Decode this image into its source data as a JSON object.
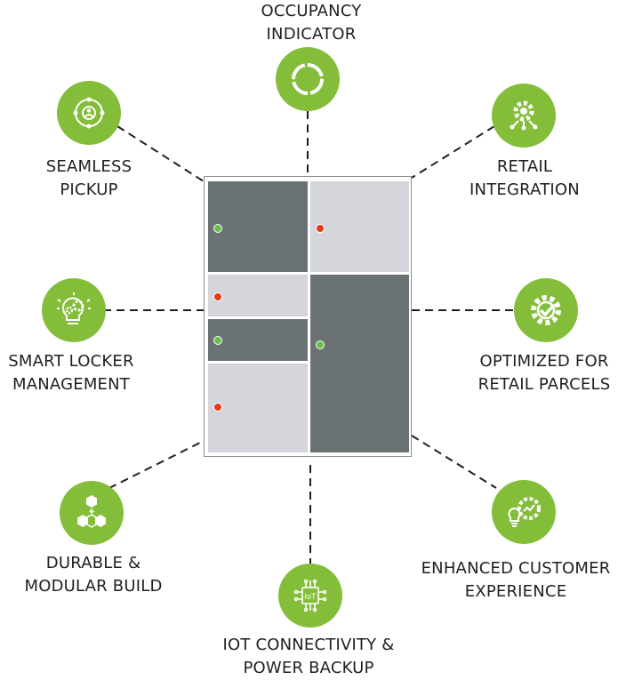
{
  "colors": {
    "accent": "#84bd3a",
    "occupied": "#6b7273",
    "free": "#d4d6dc",
    "indicator_green": "#6cc04a",
    "indicator_red": "#e23a1a"
  },
  "features": {
    "occupancy": {
      "line1": "OCCUPANCY",
      "line2": "INDICATOR",
      "icon": "ring-icon"
    },
    "seamless": {
      "line1": "SEAMLESS",
      "line2": "PICKUP",
      "icon": "user-network-icon"
    },
    "retail": {
      "line1": "RETAIL",
      "line2": "INTEGRATION",
      "icon": "gear-network-icon"
    },
    "smart": {
      "line1": "SMART LOCKER",
      "line2": "MANAGEMENT",
      "icon": "bulb-gear-icon"
    },
    "optimized": {
      "line1": "OPTIMIZED FOR",
      "line2": "RETAIL PARCELS",
      "icon": "gear-check-icon"
    },
    "durable": {
      "line1": "DURABLE &",
      "line2": "MODULAR BUILD",
      "icon": "hexagon-modules-icon"
    },
    "enhanced": {
      "line1": "ENHANCED CUSTOMER",
      "line2": "EXPERIENCE",
      "icon": "bulb-growth-icon"
    },
    "iot": {
      "line1": "IOT CONNECTIVITY &",
      "line2": "POWER BACKUP",
      "icon": "iot-chip-icon",
      "chip_text": "IoT"
    }
  },
  "locker": {
    "compartments": [
      {
        "name": "top-left",
        "status": "occupied",
        "indicator": "green"
      },
      {
        "name": "top-right",
        "status": "free",
        "indicator": "red"
      },
      {
        "name": "middle-left-1",
        "status": "free",
        "indicator": "red"
      },
      {
        "name": "middle-left-2",
        "status": "occupied",
        "indicator": "green"
      },
      {
        "name": "bottom-left",
        "status": "free",
        "indicator": "red"
      },
      {
        "name": "right-tall",
        "status": "occupied",
        "indicator": "green"
      }
    ]
  }
}
